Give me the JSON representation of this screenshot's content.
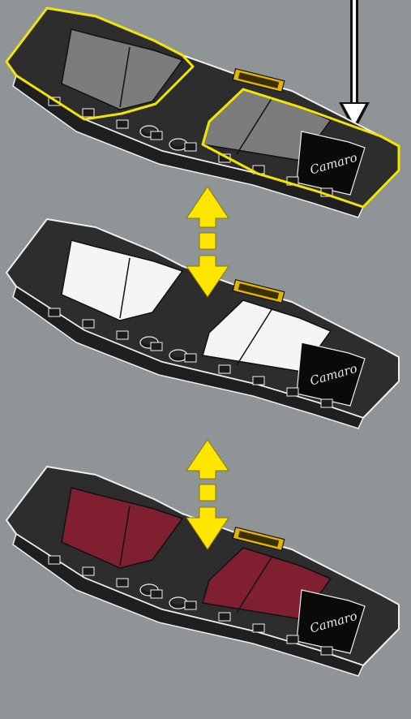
{
  "page": {
    "background": "#8f9497"
  },
  "variants": [
    {
      "id": "yellow-outline",
      "stripe_color": "#7c7c7c",
      "outlined": true,
      "outline_color": "#f2e600",
      "script_text": "Camaro"
    },
    {
      "id": "white",
      "stripe_color": "#f5f5f5",
      "outlined": false,
      "script_text": "Camaro"
    },
    {
      "id": "maroon",
      "stripe_color": "#7f1f30",
      "outlined": false,
      "script_text": "Camaro"
    }
  ],
  "colors": {
    "body": "#2d2d2d",
    "body_edge": "#efefef",
    "badge": "#e1b500",
    "arrow_yellow": "#ffe600",
    "arrow_white": "#ffffff",
    "pointer": "#111111"
  },
  "indicator": {
    "icon": "arrow-down",
    "description": "white arrow pointing at the hood"
  }
}
